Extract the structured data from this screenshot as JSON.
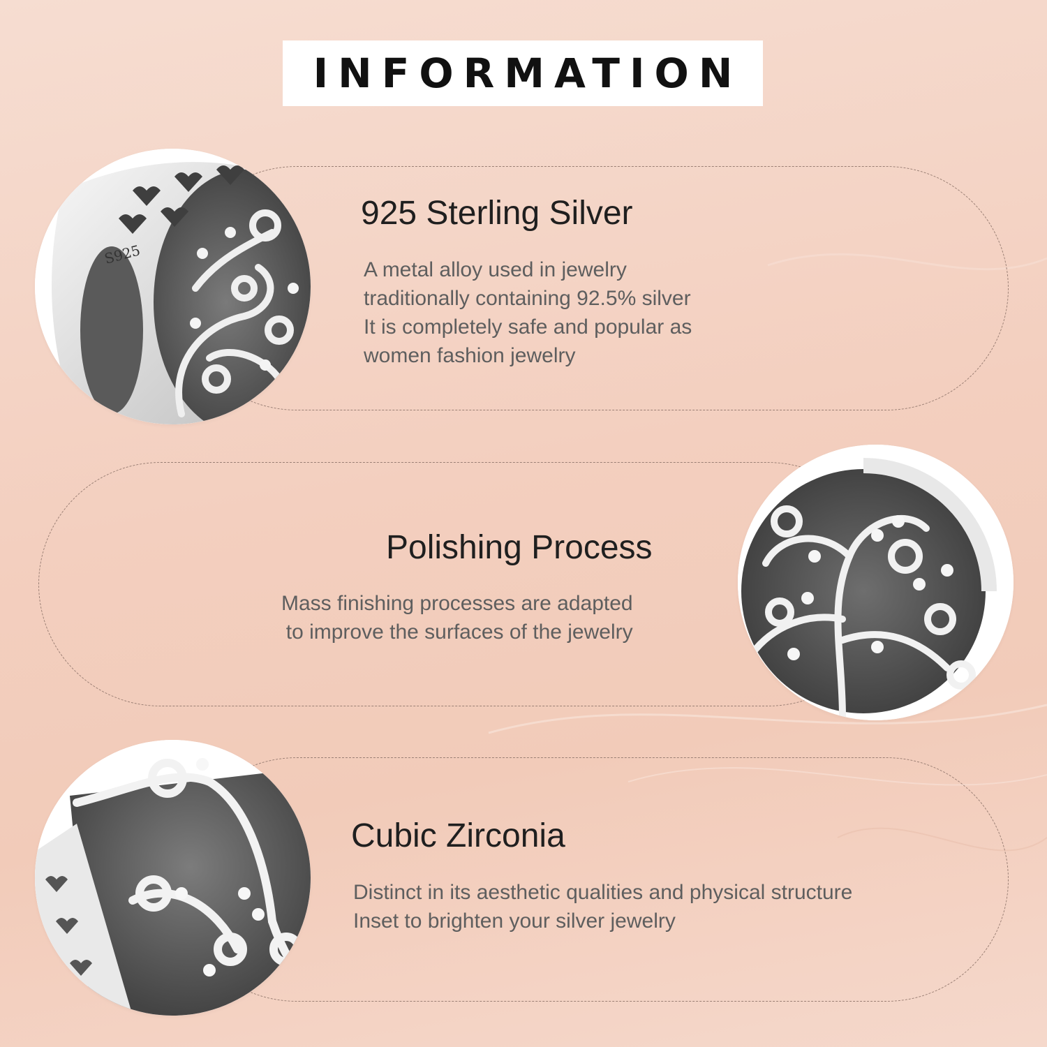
{
  "header": {
    "title": "INFORMATION"
  },
  "features": [
    {
      "heading": "925 Sterling Silver",
      "lines": [
        "A metal alloy used in jewelry",
        "traditionally containing 92.5% silver",
        "It is completely safe and popular as",
        "women fashion jewelry"
      ],
      "image_label": "S925"
    },
    {
      "heading": "Polishing Process",
      "lines": [
        "Mass finishing processes are adapted",
        "to improve the surfaces of the jewelry"
      ]
    },
    {
      "heading": "Cubic Zirconia",
      "lines": [
        "Distinct in its aesthetic qualities and physical structure",
        "Inset to brighten your silver jewelry"
      ]
    }
  ],
  "colors": {
    "background": "#f3cfbf",
    "heading": "#1f1f1f",
    "text": "#5e5e5e",
    "border": "#9a7f74"
  }
}
